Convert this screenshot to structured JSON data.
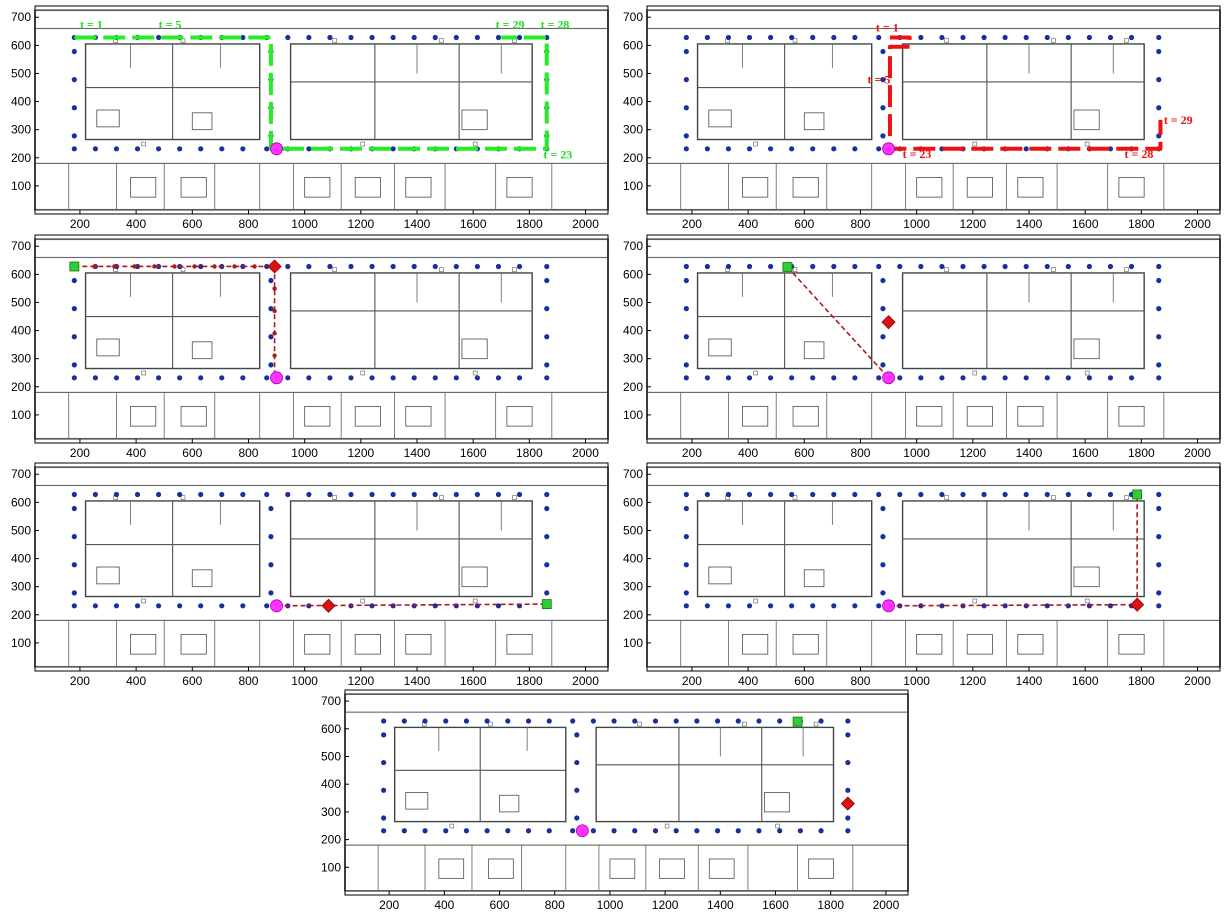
{
  "figure": {
    "panel_count": 7,
    "x_ticks": [
      200,
      400,
      600,
      800,
      1000,
      1200,
      1400,
      1600,
      1800,
      2000
    ],
    "y_ticks": [
      100,
      200,
      300,
      400,
      500,
      600,
      700
    ],
    "xlim": [
      40,
      2080
    ],
    "ylim": [
      0,
      740
    ],
    "colors": {
      "sensor": "#1a2f9e",
      "origin": "#ff33ff",
      "green_path": "#22ee22",
      "red_path": "#ee1111",
      "source": "#33cc33",
      "estimate": "#dd1111",
      "link": "#b01818",
      "floorplan": "#4a4a4a"
    }
  },
  "chart_data": [
    {
      "type": "scatter",
      "panel": 1,
      "sensors": "corridor grid",
      "origin": [
        900,
        232
      ],
      "path": {
        "color": "green",
        "style": "dashed",
        "points": [
          [
            180,
            628
          ],
          [
            880,
            628
          ],
          [
            880,
            232
          ],
          [
            1862,
            232
          ],
          [
            1862,
            628
          ],
          [
            1700,
            628
          ]
        ]
      },
      "time_labels": [
        {
          "text": "t = 1",
          "x": 200,
          "y": 660
        },
        {
          "text": "t = 5",
          "x": 480,
          "y": 660
        },
        {
          "text": "t = 29",
          "x": 1680,
          "y": 660
        },
        {
          "text": "t = 28",
          "x": 1840,
          "y": 660
        },
        {
          "text": "t = 23",
          "x": 1850,
          "y": 197
        }
      ]
    },
    {
      "type": "scatter",
      "panel": 2,
      "sensors": "corridor grid",
      "origin": [
        900,
        232
      ],
      "path": {
        "color": "red",
        "style": "dashed",
        "points": [
          [
            905,
            628
          ],
          [
            975,
            628
          ],
          [
            975,
            595
          ],
          [
            905,
            595
          ],
          [
            905,
            232
          ],
          [
            1868,
            232
          ],
          [
            1868,
            335
          ]
        ]
      },
      "time_labels": [
        {
          "text": "t = 1",
          "x": 855,
          "y": 650
        },
        {
          "text": "t = 5",
          "x": 825,
          "y": 465
        },
        {
          "text": "t = 29",
          "x": 1880,
          "y": 320
        },
        {
          "text": "t = 28",
          "x": 1740,
          "y": 200
        },
        {
          "text": "t = 23",
          "x": 950,
          "y": 200
        }
      ]
    },
    {
      "type": "scatter",
      "panel": 3,
      "sensors": "corridor grid",
      "origin": [
        900,
        232
      ],
      "source": [
        180,
        628
      ],
      "estimate": [
        893,
        628
      ],
      "link": {
        "points": [
          [
            180,
            628
          ],
          [
            893,
            628
          ],
          [
            893,
            232
          ]
        ],
        "hop_dots": true
      }
    },
    {
      "type": "scatter",
      "panel": 4,
      "sensors": "corridor grid",
      "origin": [
        900,
        232
      ],
      "source": [
        540,
        626
      ],
      "estimate": [
        900,
        430
      ],
      "link": {
        "points": [
          [
            540,
            626
          ],
          [
            900,
            232
          ]
        ],
        "hop_dots": false
      }
    },
    {
      "type": "scatter",
      "panel": 5,
      "sensors": "corridor grid",
      "origin": [
        900,
        232
      ],
      "source": [
        1862,
        238
      ],
      "estimate": [
        1085,
        232
      ],
      "link": {
        "points": [
          [
            900,
            232
          ],
          [
            1862,
            238
          ]
        ],
        "hop_dots": false
      }
    },
    {
      "type": "scatter",
      "panel": 6,
      "sensors": "corridor grid",
      "origin": [
        900,
        232
      ],
      "source": [
        1785,
        628
      ],
      "estimate": [
        1785,
        236
      ],
      "link": {
        "points": [
          [
            900,
            232
          ],
          [
            1785,
            236
          ],
          [
            1785,
            628
          ]
        ],
        "hop_dots": false
      }
    },
    {
      "type": "scatter",
      "panel": 7,
      "sensors": "corridor grid",
      "origin": [
        900,
        232
      ],
      "source": [
        1680,
        626
      ],
      "estimate": [
        1862,
        330
      ]
    }
  ]
}
